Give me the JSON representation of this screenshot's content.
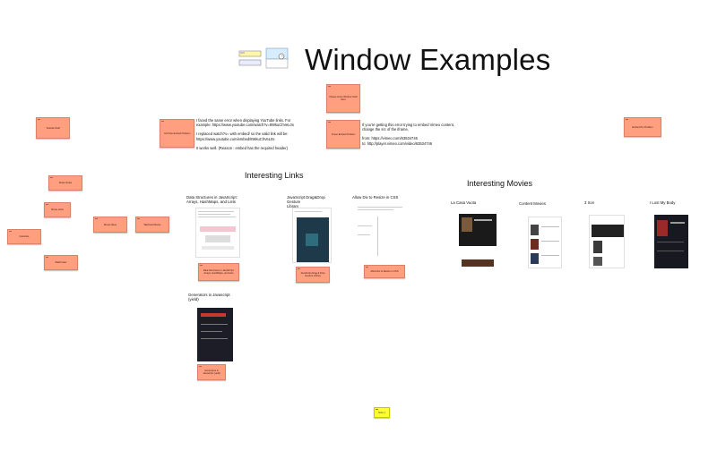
{
  "page": {
    "title": "Window Examples"
  },
  "header_icons": [
    {
      "name": "window-panel-icon",
      "color": "#fff6a8"
    },
    {
      "name": "window-stack-icon",
      "color": "#d6ecff"
    }
  ],
  "sticky_notes": {
    "top_center": "Please shore Window Stuff Here",
    "left_upper": "Youtube Stuff",
    "youtube_issue": "YouTube Embed Problem",
    "vimeo_issue": "Vimeo Embed Problem",
    "right_upper": "Embed Pin Problem",
    "left_a": "Movie Notes",
    "left_b": "Movie Links",
    "left_c": "Movie Ideas",
    "left_d": "Watched Movies",
    "left_e": "Favorites",
    "left_f": "Watch later",
    "link_ds": "Data Structures in JavaScript: Arrays, HashMaps, and Lists",
    "link_dnd": "JavaScript Drag & Drop Gesture Library",
    "link_resize": "Allow Div to Resize in CSS",
    "link_gen": "Generators in Javascript (yield)",
    "bottom_yellow": "Note 1"
  },
  "text_blocks": {
    "youtube_fix": [
      "I faced the same error when displaying YouTube links. For",
      "example: https://www.youtube.com/watch?v=8WkuChVeL0s",
      "",
      "I replaced watch?v= with embed/ so the valid link will be:",
      "https://www.youtube.com/embed/8WkuChVeL0s",
      "",
      "It works well. (Reason : embed has the required header)"
    ],
    "vimeo_fix": [
      "If you're getting this error trying to embed Vimeo content,",
      "change the src of the iframe,",
      "",
      "from: https://vimeo.com/63534746",
      "to: http://player.vimeo.com/video/63534746"
    ]
  },
  "sections": {
    "links_heading": "Interesting Links",
    "movies_heading": "Interesting Movies"
  },
  "link_cards": [
    {
      "title_lines": [
        "Data Structures in JavaScript:",
        "Arrays, HashMaps, and Lists"
      ]
    },
    {
      "title_lines": [
        "JavaScript Drag&Drop Gesture",
        "Library"
      ]
    },
    {
      "title_lines": [
        "Allow Div to Resize in CSS"
      ]
    },
    {
      "title_lines": [
        "Generators in Javascript",
        "(yield)"
      ]
    }
  ],
  "movie_cards": [
    {
      "title": "La Casa Vuota"
    },
    {
      "title": "Content Movies"
    },
    {
      "title": "3 Iron"
    },
    {
      "title": "I Lost My Body"
    }
  ],
  "colors": {
    "note": "#ff9f80",
    "note_yellow": "#ffff33",
    "canvas": "#ffffff"
  }
}
